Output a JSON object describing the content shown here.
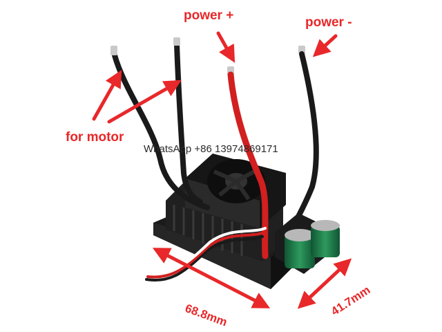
{
  "labels": {
    "power_plus": "power +",
    "power_minus": "power -",
    "for_motor": "for motor",
    "length": "68.8mm",
    "width": "41.7mm"
  },
  "watermark": "WhatsApp +86 13974869171",
  "colors": {
    "annotation": "#e8282a",
    "wire_black": "#1a1a1a",
    "wire_red": "#d21f1f",
    "capacitor": "#1e7a4a"
  }
}
